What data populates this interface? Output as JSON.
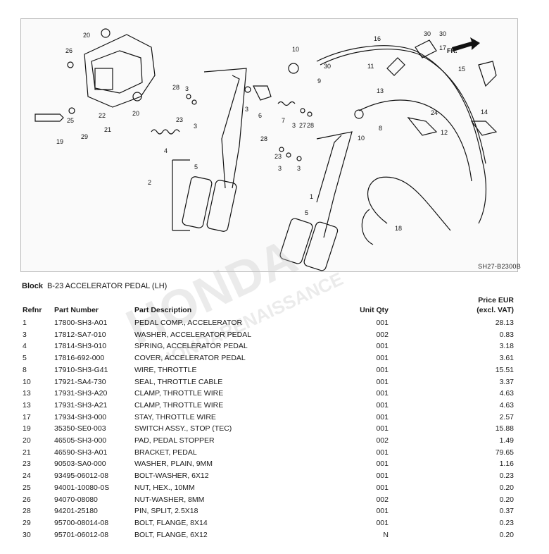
{
  "diagram": {
    "code": "SH27-B2300B",
    "direction_label": "FR.",
    "callouts": [
      "20",
      "26",
      "25",
      "19",
      "29",
      "22",
      "21",
      "20",
      "28",
      "3",
      "23",
      "3",
      "4",
      "2",
      "5",
      "3",
      "6",
      "7",
      "3",
      "27",
      "28",
      "10",
      "30",
      "9",
      "11",
      "13",
      "16",
      "30",
      "17",
      "15",
      "8",
      "10",
      "24",
      "12",
      "14",
      "28",
      "23",
      "3",
      "3",
      "1",
      "5",
      "18",
      "30"
    ]
  },
  "block": {
    "label": "Block",
    "title": "B-23 ACCELERATOR PEDAL (LH)"
  },
  "table": {
    "headers": {
      "refnr": "Refnr",
      "part_number": "Part Number",
      "description": "Part Description",
      "unit_qty": "Unit Qty",
      "price_line1": "Price EUR",
      "price_line2": "(excl. VAT)"
    },
    "rows": [
      {
        "ref": "1",
        "pn": "17800-SH3-A01",
        "desc": "PEDAL COMP., ACCELERATOR",
        "qty": "001",
        "price": "28.13"
      },
      {
        "ref": "3",
        "pn": "17812-SA7-010",
        "desc": "WASHER, ACCELERATOR PEDAL",
        "qty": "002",
        "price": "0.83"
      },
      {
        "ref": "4",
        "pn": "17814-SH3-010",
        "desc": "SPRING, ACCELERATOR PEDAL",
        "qty": "001",
        "price": "3.18"
      },
      {
        "ref": "5",
        "pn": "17816-692-000",
        "desc": "COVER, ACCELERATOR PEDAL",
        "qty": "001",
        "price": "3.61"
      },
      {
        "ref": "8",
        "pn": "17910-SH3-G41",
        "desc": "WIRE, THROTTLE",
        "qty": "001",
        "price": "15.51"
      },
      {
        "ref": "10",
        "pn": "17921-SA4-730",
        "desc": "SEAL, THROTTLE CABLE",
        "qty": "001",
        "price": "3.37"
      },
      {
        "ref": "13",
        "pn": "17931-SH3-A20",
        "desc": "CLAMP, THROTTLE WIRE",
        "qty": "001",
        "price": "4.63"
      },
      {
        "ref": "13",
        "pn": "17931-SH3-A21",
        "desc": "CLAMP, THROTTLE WIRE",
        "qty": "001",
        "price": "4.63"
      },
      {
        "ref": "17",
        "pn": "17934-SH3-000",
        "desc": "STAY, THROTTLE WIRE",
        "qty": "001",
        "price": "2.57"
      },
      {
        "ref": "19",
        "pn": "35350-SE0-003",
        "desc": "SWITCH ASSY., STOP (TEC)",
        "qty": "001",
        "price": "15.88"
      },
      {
        "ref": "20",
        "pn": "46505-SH3-000",
        "desc": "PAD, PEDAL STOPPER",
        "qty": "002",
        "price": "1.49"
      },
      {
        "ref": "21",
        "pn": "46590-SH3-A01",
        "desc": "BRACKET, PEDAL",
        "qty": "001",
        "price": "79.65"
      },
      {
        "ref": "23",
        "pn": "90503-SA0-000",
        "desc": "WASHER, PLAIN, 9MM",
        "qty": "001",
        "price": "1.16"
      },
      {
        "ref": "24",
        "pn": "93495-06012-08",
        "desc": "BOLT-WASHER, 6X12",
        "qty": "001",
        "price": "0.23"
      },
      {
        "ref": "25",
        "pn": "94001-10080-0S",
        "desc": "NUT, HEX., 10MM",
        "qty": "001",
        "price": "0.20"
      },
      {
        "ref": "26",
        "pn": "94070-08080",
        "desc": "NUT-WASHER, 8MM",
        "qty": "002",
        "price": "0.20"
      },
      {
        "ref": "28",
        "pn": "94201-25180",
        "desc": "PIN, SPLIT, 2.5X18",
        "qty": "001",
        "price": "0.37"
      },
      {
        "ref": "29",
        "pn": "95700-08014-08",
        "desc": "BOLT, FLANGE, 8X14",
        "qty": "001",
        "price": "0.23"
      },
      {
        "ref": "30",
        "pn": "95701-06012-08",
        "desc": "BOLT, FLANGE, 6X12",
        "qty": "N",
        "price": "0.20"
      }
    ]
  }
}
